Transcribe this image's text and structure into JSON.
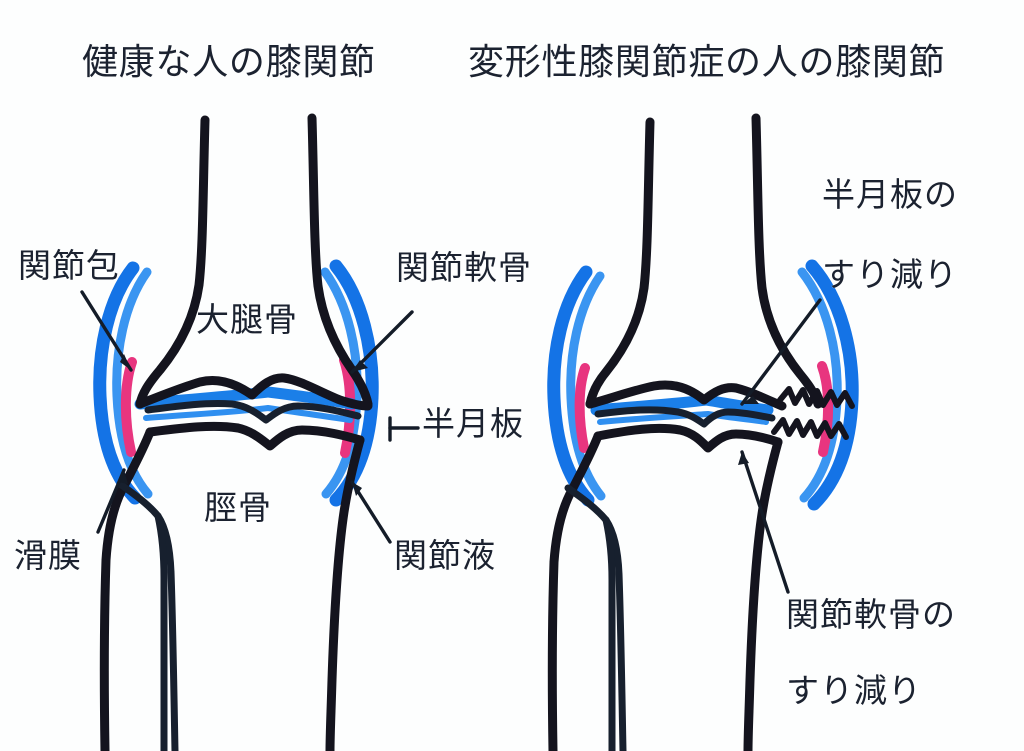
{
  "figure": {
    "background_color": "#fdfefe",
    "ink_color": "#14141e",
    "capsule_color": "#1473e6",
    "cartilage_color": "#e8357f",
    "fluid_color": "#1b7fe8"
  },
  "panels": {
    "left": {
      "title": "健康な人の膝関節",
      "labels": {
        "joint_capsule": "関節包",
        "femur": "大腿骨",
        "articular_cartilage": "関節軟骨",
        "meniscus": "半月板",
        "tibia": "脛骨",
        "synovial_membrane": "滑膜",
        "joint_fluid": "関節液"
      }
    },
    "right": {
      "title": "変形性膝関節症の人の膝関節",
      "labels": {
        "meniscus_wear_line1": "半月板の",
        "meniscus_wear_line2": "すり減り",
        "cartilage_wear_line1": "関節軟骨の",
        "cartilage_wear_line2": "すり減り"
      }
    }
  }
}
